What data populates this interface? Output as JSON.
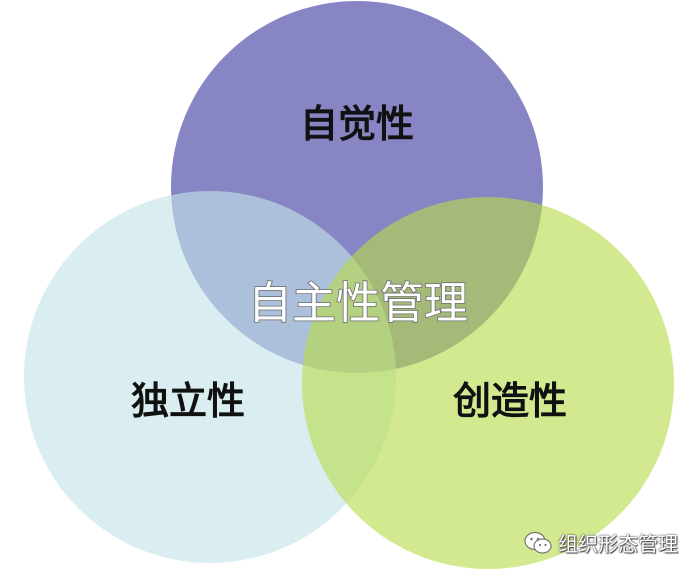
{
  "diagram": {
    "circles": [
      {
        "label": "自觉性",
        "color": "#7e7cc0"
      },
      {
        "label": "独立性",
        "color": "#c4e4e8"
      },
      {
        "label": "创造性",
        "color": "#b8db4a"
      }
    ],
    "center_label": "自主性管理"
  },
  "watermark": {
    "icon": "wechat-icon",
    "text": "组织形态管理"
  }
}
